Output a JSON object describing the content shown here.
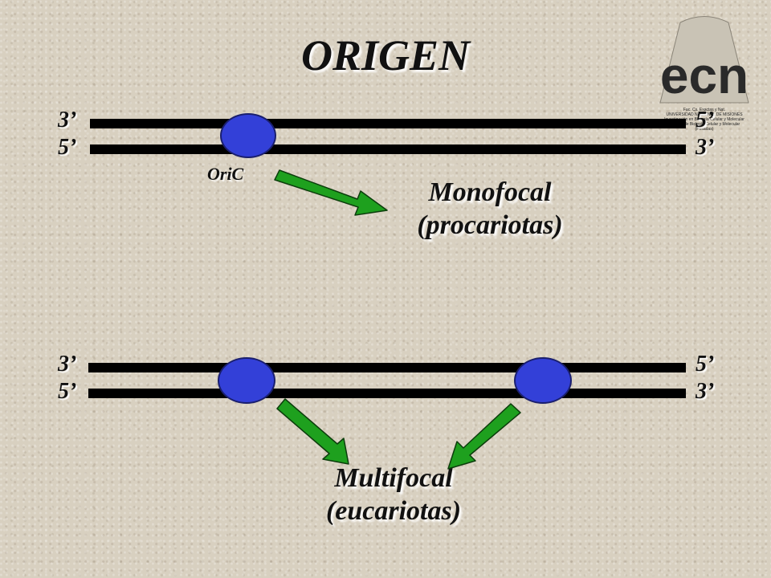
{
  "title": "ORIGEN",
  "top_diagram": {
    "left_top_end": "3’",
    "left_bottom_end": "5’",
    "right_top_end": "5’",
    "right_bottom_end": "3’",
    "origin_label": "OriC",
    "caption_line1": "Monofocal",
    "caption_line2": "(procariotas)"
  },
  "bottom_diagram": {
    "left_top_end": "3’",
    "left_bottom_end": "5’",
    "right_top_end": "5’",
    "right_bottom_end": "3’",
    "caption_line1": "Multifocal",
    "caption_line2": "(eucariotas)"
  },
  "logo": {
    "letters": "ecn",
    "line1": "Fac. Cs. Exactas y Nat.",
    "line2": "UNIVERSIDAD NACIONAL DE MISIONES",
    "line3": "Investigación en Biología Celular y Molecular",
    "line4": "Cátedra de Biología Celular y Molecular",
    "line5": "(Posadas)"
  },
  "colors": {
    "background": "#d8d0c0",
    "origin_fill": "#3340d8",
    "arrow_fill": "#1ea01e",
    "strand": "#000000"
  }
}
